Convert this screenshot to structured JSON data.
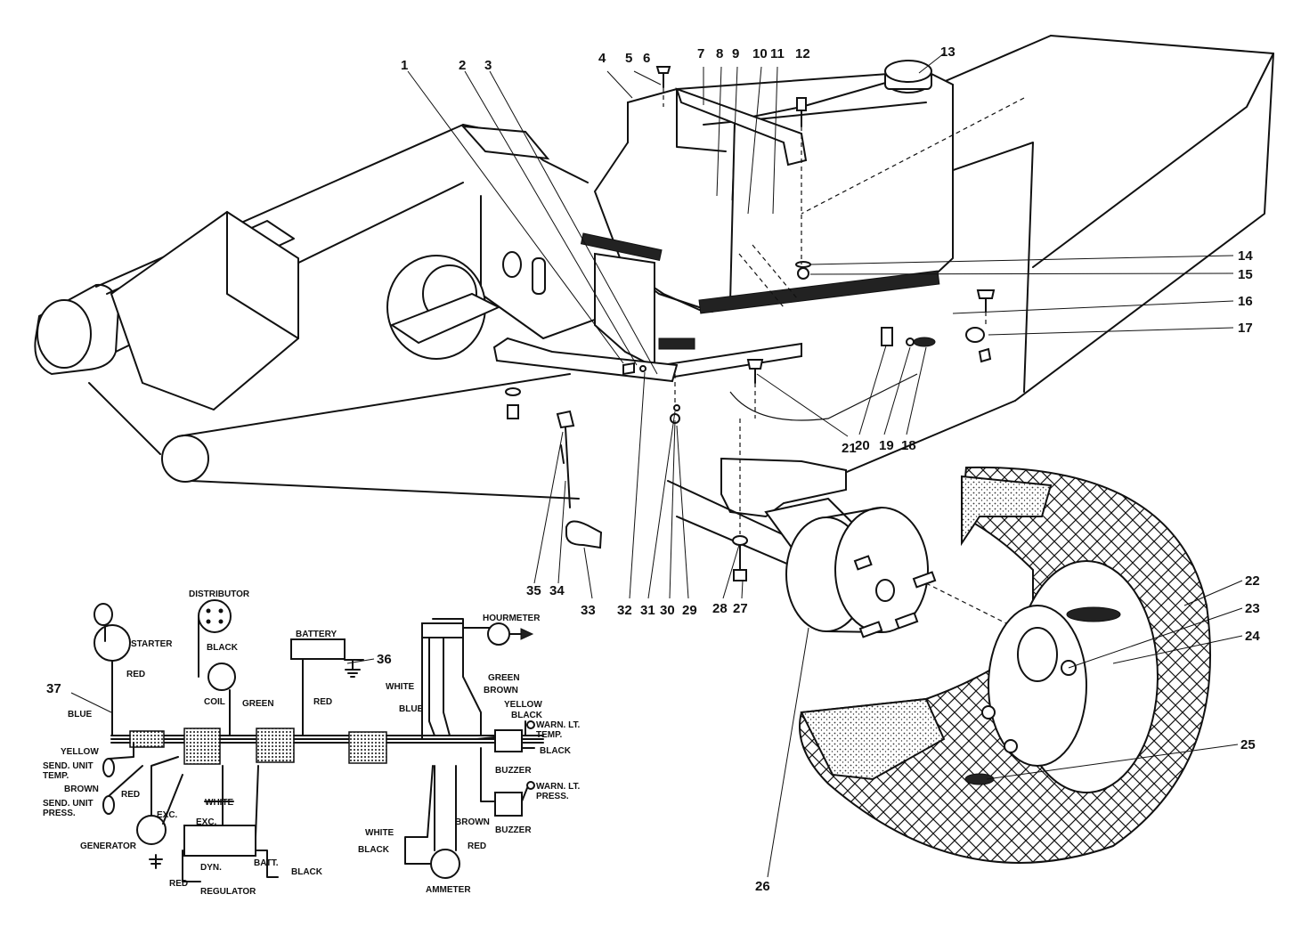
{
  "part_numbers": [
    "1",
    "2",
    "3",
    "4",
    "5",
    "6",
    "7",
    "8",
    "9",
    "10",
    "11",
    "12",
    "13",
    "14",
    "15",
    "16",
    "17",
    "18",
    "19",
    "20",
    "21",
    "22",
    "23",
    "24",
    "25",
    "26",
    "27",
    "28",
    "29",
    "30",
    "31",
    "32",
    "33",
    "34",
    "35",
    "36",
    "37"
  ],
  "wiring": {
    "components": {
      "distributor": "DISTRIBUTOR",
      "starter": "STARTER",
      "coil": "COIL",
      "battery": "BATTERY",
      "hourmeter": "HOURMETER",
      "send_unit_temp": "SEND. UNIT\nTEMP.",
      "send_unit_press": "SEND. UNIT\nPRESS.",
      "generator": "GENERATOR",
      "regulator": "REGULATOR",
      "ammeter": "AMMETER",
      "buzzer_1": "BUZZER",
      "buzzer_2": "BUZZER",
      "warn_temp": "WARN. LT.\nTEMP.",
      "warn_press": "WARN. LT.\nPRESS."
    },
    "terminals": {
      "exc_gen": "EXC.",
      "exc_reg": "EXC.",
      "dyn": "DYN.",
      "batt": "BATT."
    },
    "colors": {
      "black_dist": "BLACK",
      "red_starter": "RED",
      "blue": "BLUE",
      "green_coil": "GREEN",
      "red_battery": "RED",
      "white_hm": "WHITE",
      "blue_hm": "BLUE",
      "green_hm": "GREEN",
      "brown_hm": "BROWN",
      "yellow_buzz": "YELLOW",
      "black_buzz": "BLACK",
      "black_temp": "BLACK",
      "yellow_send": "YELLOW",
      "brown_send": "BROWN",
      "red_send": "RED",
      "white_reg": "WHITE",
      "brown_buzz2": "BROWN",
      "white_amm": "WHITE",
      "black_amm": "BLACK",
      "red_amm": "RED",
      "red_reg": "RED",
      "black_reg": "BLACK"
    }
  }
}
